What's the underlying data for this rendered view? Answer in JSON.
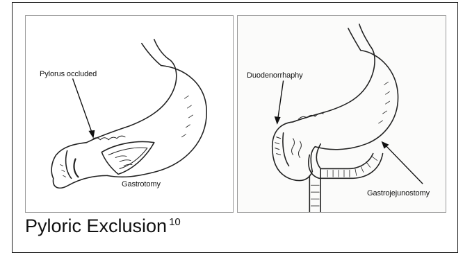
{
  "slide": {
    "title": "Pyloric Exclusion",
    "title_superscript": "10"
  },
  "left_figure": {
    "labels": {
      "pylorus": "Pylorus occluded",
      "gastrotomy": "Gastrotomy"
    }
  },
  "right_figure": {
    "labels": {
      "duodenorrhaphy": "Duodenorrhaphy",
      "gastrojejunostomy": "Gastrojejunostomy"
    }
  }
}
